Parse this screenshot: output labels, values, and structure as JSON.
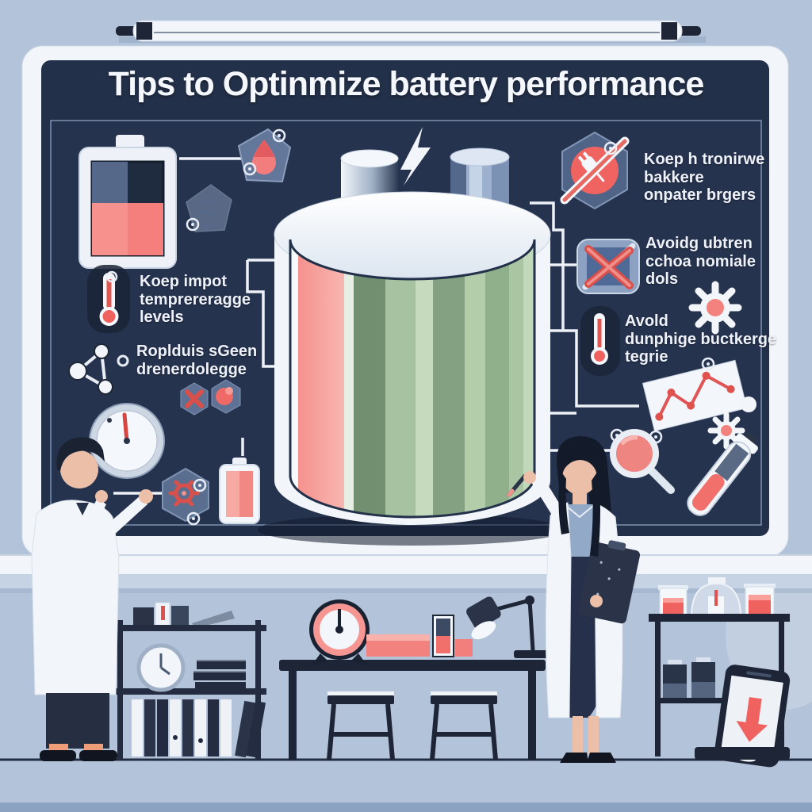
{
  "poster": {
    "title": "Tips to Optinmize battery performance",
    "tips": {
      "left": [
        {
          "label": "Koep impot\ntemprereragge\nlevels"
        },
        {
          "label": "Roplduis sGeen\ndrenerdolegge"
        }
      ],
      "right": [
        {
          "label": "Koep h tronirwe\nbakkere\nonpater brgers"
        },
        {
          "label": "Avoidg ubtren\ncchoa nomiale\ndols"
        },
        {
          "label": "Avold\ndunphige buctkerge\ntegrie"
        }
      ]
    }
  },
  "colors": {
    "wall": "#b3c3d9",
    "board": "#243148",
    "frame_white": "#f2f5f9",
    "accent_red": "#f0625f",
    "accent_pink": "#f5928e",
    "battery_green": "#8fb08a",
    "connector_white": "#eef2f7",
    "dark_navy": "#1d2536"
  },
  "icons": [
    "battery-low-icon",
    "droplet-pentagon-icon",
    "scribble-pentagon-icon",
    "thermometer-left-icon",
    "molecule-icon",
    "gauge-icon",
    "x-hexagon-icon",
    "blob-hexagon-icon",
    "gear-hexagon-icon",
    "battery-red-icon",
    "lightning-icon",
    "no-charger-hexagon-icon",
    "battery-x-badge-icon",
    "thermometer-right-icon",
    "gear-large-icon",
    "gear-small-icon",
    "line-chart-card-icon",
    "magnifier-icon",
    "test-tube-icon",
    "phone-drain-arrow-icon"
  ],
  "scene_objects": [
    "whiteboard",
    "marker-rod",
    "central-battery",
    "male-scientist",
    "female-scientist",
    "bookshelf",
    "lab-table",
    "stool",
    "stool",
    "desk-lamp",
    "timer-clock",
    "supply-cart",
    "smartphone"
  ]
}
